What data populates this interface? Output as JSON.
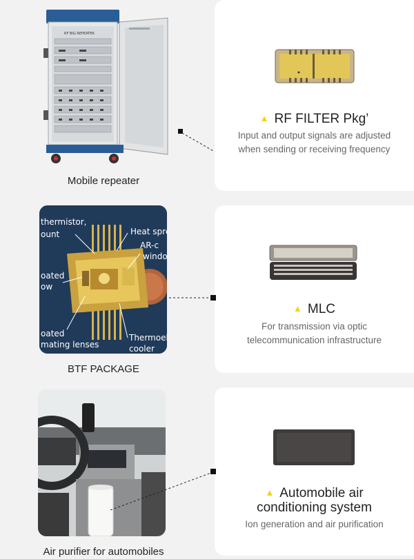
{
  "items": [
    {
      "caption": "Mobile repeater",
      "title": "RF FILTER Pkg’",
      "description": "Input and output signals are adjusted when sending or receiving frequency",
      "photo_labels": []
    },
    {
      "caption": "BTF PACKAGE",
      "title": "MLC",
      "description": "For transmission via optic telecommunication infrastructure",
      "photo_labels": [
        "thermistor,",
        "ount",
        "Heat spre",
        "AR-c",
        "windo",
        "oated",
        "ow",
        "oated",
        "mating lenses",
        "Thermoel",
        "cooler"
      ]
    },
    {
      "caption": "Air purifier for automobiles",
      "title_line1": "Automobile air",
      "title_line2": "conditioning system",
      "description": "Ion generation and air purification",
      "photo_labels": []
    }
  ],
  "cabinet": {
    "label": "RF BIG REPEATER"
  },
  "icons": {
    "bullet": "triangle-bullet-icon"
  },
  "colors": {
    "bullet": "#f5d30b",
    "background": "#f2f2f2",
    "card": "#ffffff"
  }
}
